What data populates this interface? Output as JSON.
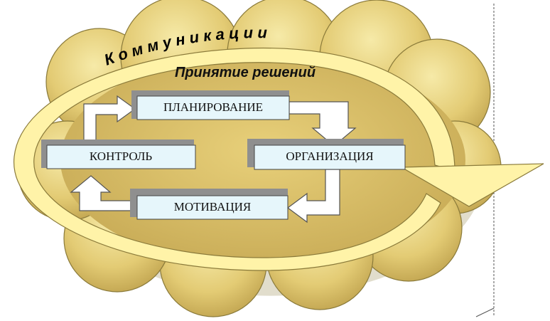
{
  "diagram": {
    "arc_label": "К о м м у н и к а ц и и",
    "center_title": "Принятие решений",
    "boxes": {
      "planning": "ПЛАНИРОВАНИЕ",
      "organization": "ОРГАНИЗАЦИЯ",
      "motivation": "МОТИВАЦИЯ",
      "control": "КОНТРОЛЬ"
    },
    "colors": {
      "cloud_light": "#f3e49a",
      "cloud_mid": "#ddc46a",
      "cloud_dark": "#b99d4a",
      "ring": "#fff3a8",
      "box_fill": "#e6f6fb",
      "box_shadow": "#8f8f8f"
    }
  }
}
